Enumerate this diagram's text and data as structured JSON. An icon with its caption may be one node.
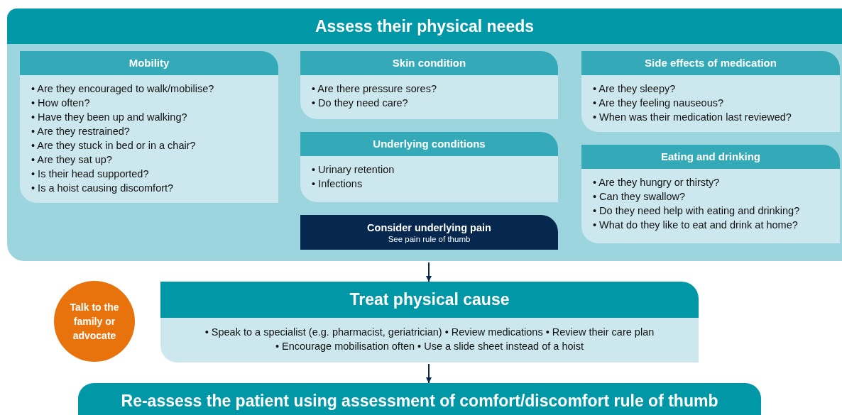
{
  "diagram": {
    "nodes": [
      {
        "text": [
          "Assess their physical needs"
        ]
      },
      {
        "text": [
          "Mobility",
          "• Are they encouraged to walk/mobilise?",
          "• How often?",
          "• Have they been up and walking?",
          "• Are they restrained?",
          "• Are they stuck in bed or in a chair?",
          "• Are they sat up?",
          "• Is their head supported?",
          "• Is a hoist causing discomfort?"
        ],
        "in": 0
      },
      {
        "text": [
          "Skin condition",
          "• Are there pressure sores?",
          "• Do they need care?"
        ],
        "in": 0
      },
      {
        "text": [
          "Underlying conditions",
          "• Urinary retention",
          "• Infections"
        ],
        "in": 0
      },
      {
        "text": [
          "Consider underlying pain",
          "See pain rule of thumb"
        ],
        "in": 0
      },
      {
        "text": [
          "Side effects of medication",
          "• Are they sleepy?",
          "• Are they feeling nauseous?",
          "• When was their medication last reviewed?"
        ],
        "in": 0
      },
      {
        "text": [
          "Eating and drinking",
          "• Are they hungry or thirsty?",
          "• Can they swallow?",
          "• Do they need help with eating and drinking?",
          "• What do they like to eat and drink at home?"
        ],
        "in": 0
      },
      {
        "text": [
          "Talk to the family or advocate"
        ]
      },
      {
        "text": [
          "Treat physical cause",
          "• Speak to a specialist (e.g. pharmacist, geriatrician) • Review medications • Review their care plan",
          "• Encourage mobilisation often • Use a slide sheet instead of a hoist"
        ]
      },
      {
        "text": [
          "Re-assess the patient using assessment of comfort/discomfort rule of thumb"
        ]
      }
    ],
    "edges": [
      {
        "from": 0,
        "to": 8,
        "arrow": "to"
      },
      {
        "from": 8,
        "to": 9,
        "arrow": "to"
      }
    ]
  }
}
